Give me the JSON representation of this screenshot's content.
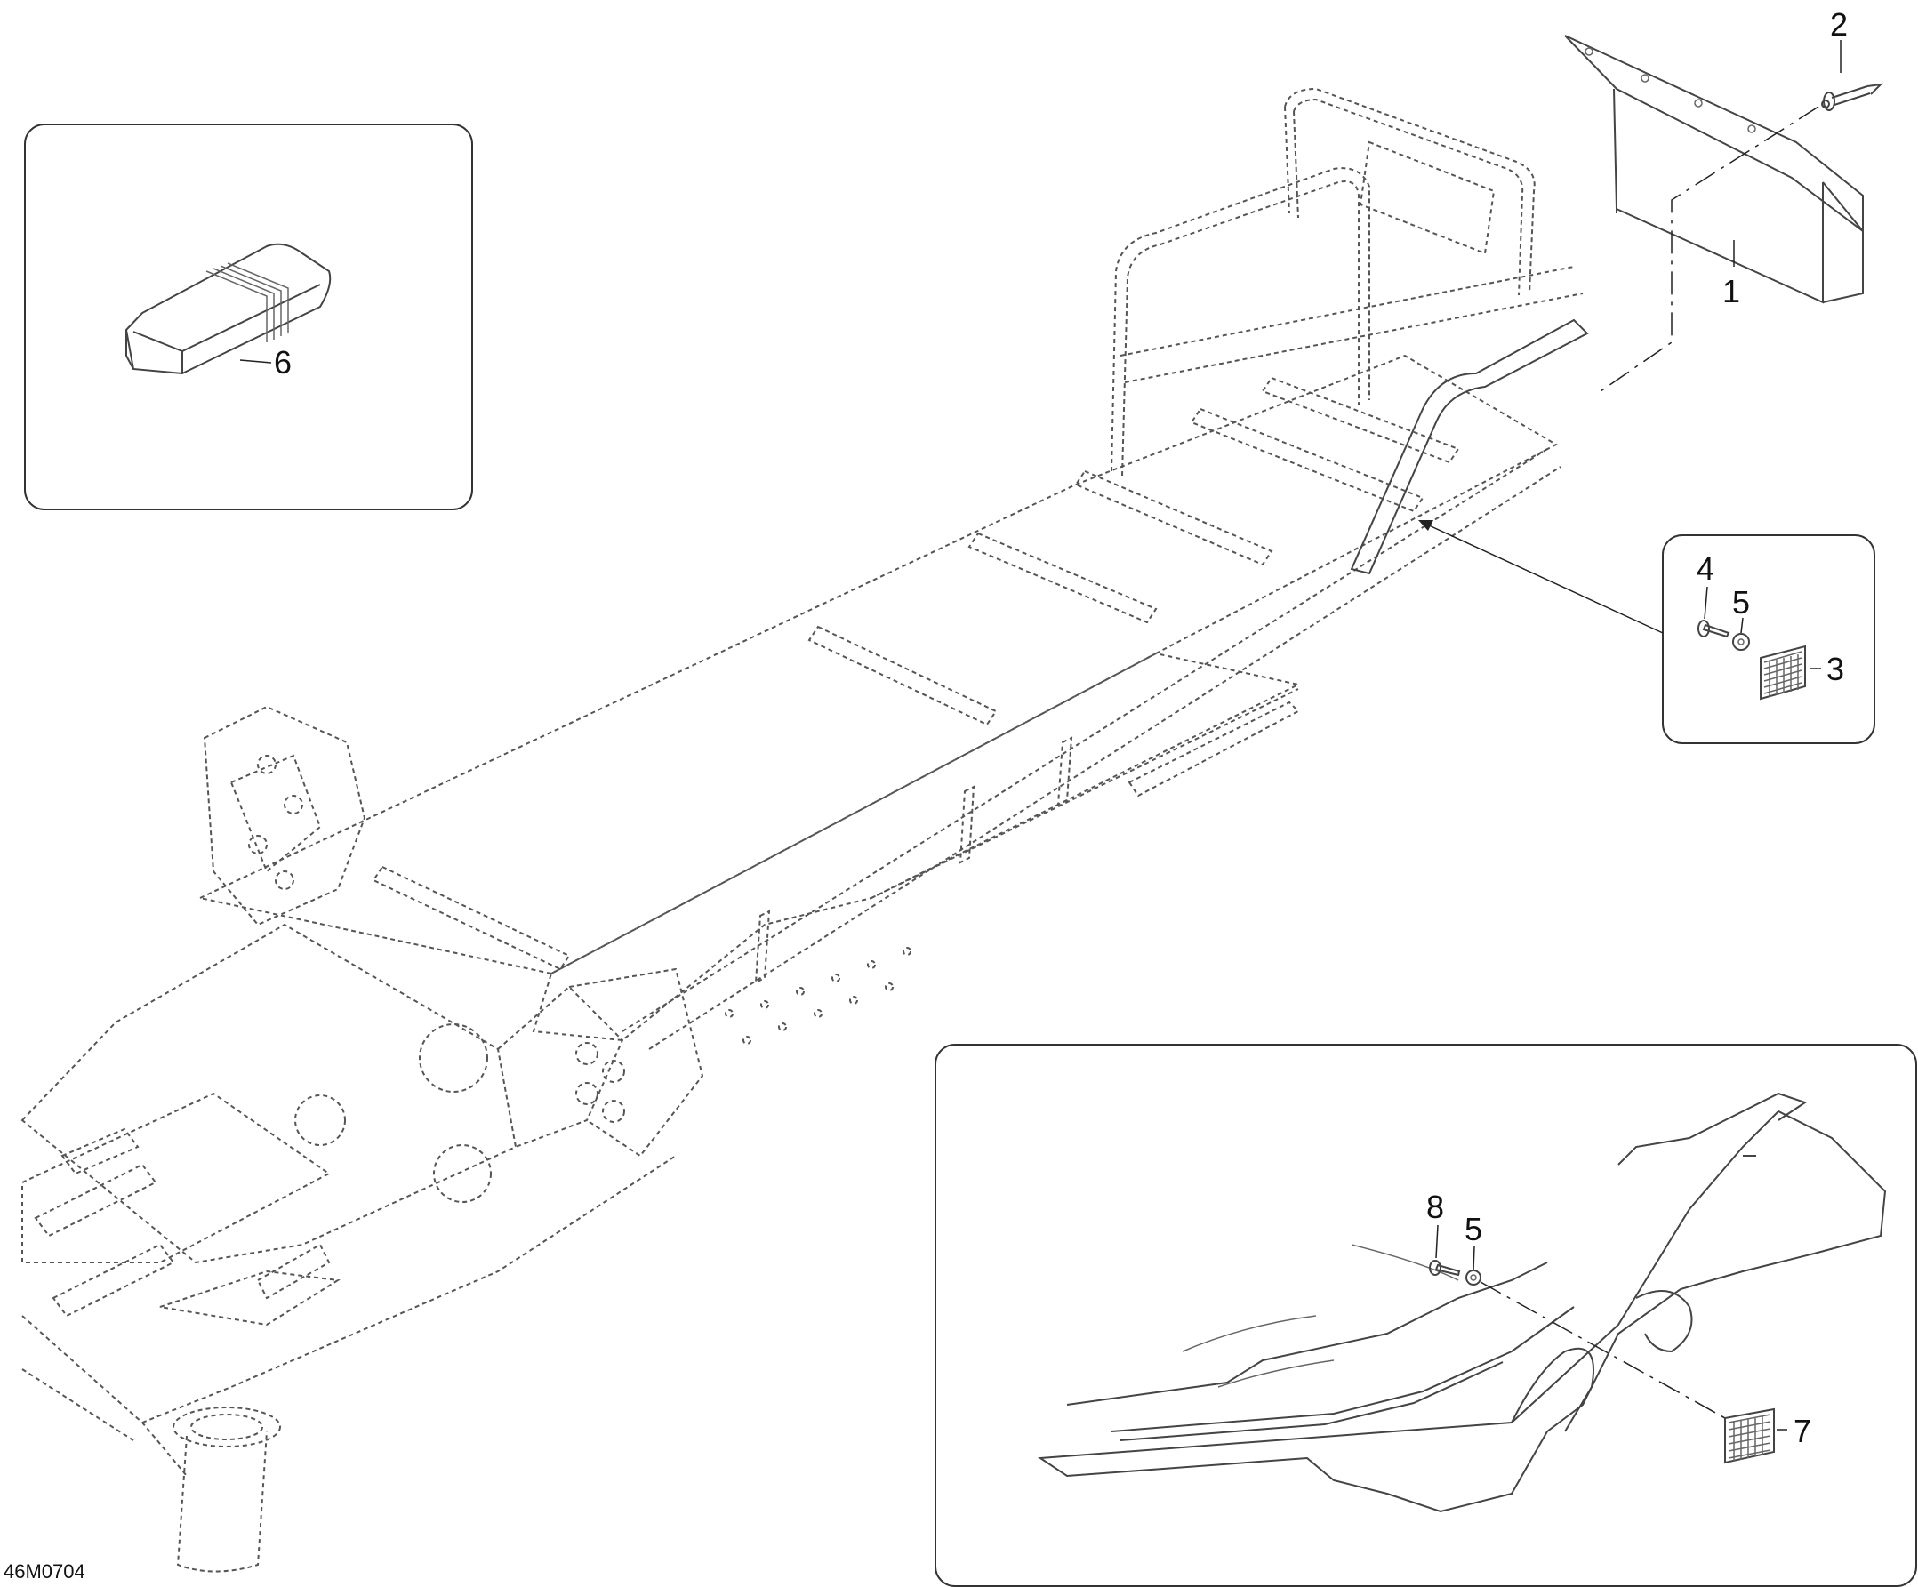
{
  "diagram": {
    "drawing_code": "46M0704",
    "callouts": {
      "mud_flap": "1",
      "rivet": "2",
      "reflector_upper": "3",
      "screw_upper": "4",
      "washer_upper": "5",
      "seat_cushion": "6",
      "reflector_lower": "7",
      "screw_lower": "8",
      "washer_lower": "5"
    }
  }
}
